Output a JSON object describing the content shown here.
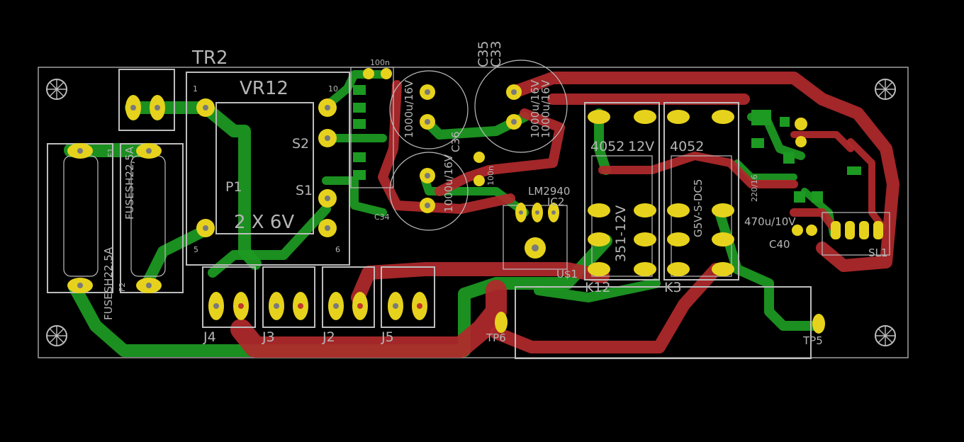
{
  "board": {
    "labels": {
      "tr2": "TR2",
      "vr12": "VR12",
      "p1": "P1",
      "s1": "S1",
      "s2": "S2",
      "xfmr": "2 X 6V",
      "pin1": "1",
      "pin5": "5",
      "pin6": "6",
      "pin10": "10",
      "fuse1": "FUSESH22,5A",
      "fuse2": "FUSESH22,5A",
      "f1": "F1",
      "f2": "F2",
      "j4": "J4",
      "j3": "J3",
      "j2": "J2",
      "j5": "J5",
      "c35": "C35",
      "c33": "C33",
      "cap100n": "100n",
      "cap100n2": "100n",
      "cap1000a": "1000u/16V",
      "cap1000b": "1000u/16V",
      "cap1000c": "1000u/16V",
      "cap1000d": "1000u/16V",
      "c36": "C36",
      "c34": "C34",
      "lm2940": "LM2940",
      "ic2": "IC2",
      "us1": "U$1",
      "k4052a": "4052",
      "v12": "12V",
      "k4052b": "4052",
      "k12": "K12",
      "k3": "K3",
      "relay1": "351-12V",
      "relay2": "G5V-S-DC5",
      "cap470": "470u/10V",
      "c40": "C40",
      "sl1": "SL1",
      "tp6": "TP6",
      "tp5": "TP5",
      "cap220": "220/16"
    }
  }
}
